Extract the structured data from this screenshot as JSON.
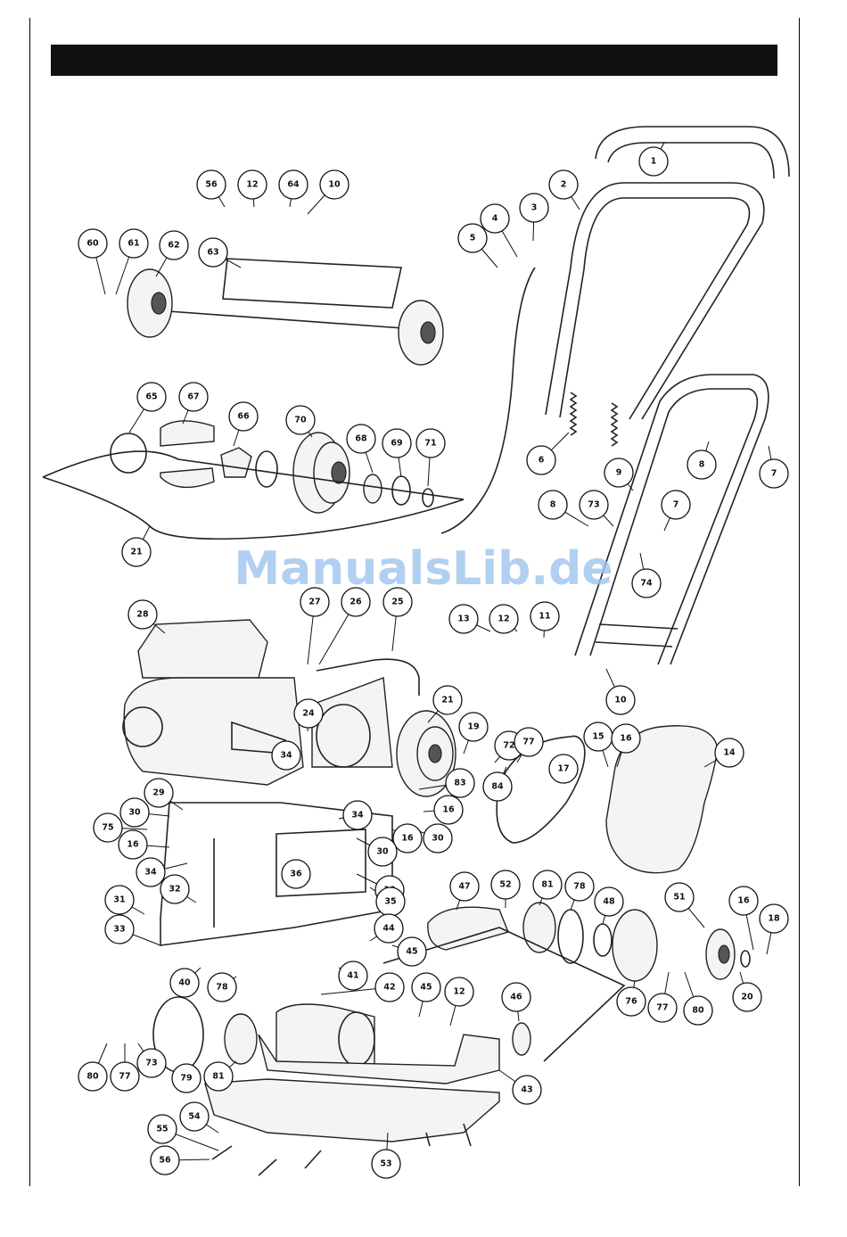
{
  "watermark": "ManualsLib.de",
  "callouts": [
    {
      "label": "1"
    },
    {
      "label": "2"
    },
    {
      "label": "3"
    },
    {
      "label": "4"
    },
    {
      "label": "5"
    },
    {
      "label": "56"
    },
    {
      "label": "12"
    },
    {
      "label": "64"
    },
    {
      "label": "10"
    },
    {
      "label": "60"
    },
    {
      "label": "61"
    },
    {
      "label": "62"
    },
    {
      "label": "63"
    },
    {
      "label": "65"
    },
    {
      "label": "67"
    },
    {
      "label": "66"
    },
    {
      "label": "70"
    },
    {
      "label": "68"
    },
    {
      "label": "69"
    },
    {
      "label": "71"
    },
    {
      "label": "21"
    },
    {
      "label": "6"
    },
    {
      "label": "9"
    },
    {
      "label": "8"
    },
    {
      "label": "7"
    },
    {
      "label": "8"
    },
    {
      "label": "73"
    },
    {
      "label": "7"
    },
    {
      "label": "74"
    },
    {
      "label": "28"
    },
    {
      "label": "27"
    },
    {
      "label": "26"
    },
    {
      "label": "25"
    },
    {
      "label": "13"
    },
    {
      "label": "12"
    },
    {
      "label": "11"
    },
    {
      "label": "10"
    },
    {
      "label": "24"
    },
    {
      "label": "34"
    },
    {
      "label": "21"
    },
    {
      "label": "19"
    },
    {
      "label": "72"
    },
    {
      "label": "77"
    },
    {
      "label": "84"
    },
    {
      "label": "15"
    },
    {
      "label": "16"
    },
    {
      "label": "17"
    },
    {
      "label": "14"
    },
    {
      "label": "29"
    },
    {
      "label": "30"
    },
    {
      "label": "75"
    },
    {
      "label": "83"
    },
    {
      "label": "16"
    },
    {
      "label": "34"
    },
    {
      "label": "16"
    },
    {
      "label": "30"
    },
    {
      "label": "16"
    },
    {
      "label": "34"
    },
    {
      "label": "32"
    },
    {
      "label": "36"
    },
    {
      "label": "30"
    },
    {
      "label": "10"
    },
    {
      "label": "35"
    },
    {
      "label": "47"
    },
    {
      "label": "52"
    },
    {
      "label": "81"
    },
    {
      "label": "78"
    },
    {
      "label": "48"
    },
    {
      "label": "51"
    },
    {
      "label": "16"
    },
    {
      "label": "18"
    },
    {
      "label": "31"
    },
    {
      "label": "33"
    },
    {
      "label": "44"
    },
    {
      "label": "45"
    },
    {
      "label": "40"
    },
    {
      "label": "78"
    },
    {
      "label": "41"
    },
    {
      "label": "76"
    },
    {
      "label": "77"
    },
    {
      "label": "80"
    },
    {
      "label": "20"
    },
    {
      "label": "42"
    },
    {
      "label": "45"
    },
    {
      "label": "12"
    },
    {
      "label": "46"
    },
    {
      "label": "80"
    },
    {
      "label": "77"
    },
    {
      "label": "73"
    },
    {
      "label": "79"
    },
    {
      "label": "81"
    },
    {
      "label": "43"
    },
    {
      "label": "54"
    },
    {
      "label": "55"
    },
    {
      "label": "56"
    },
    {
      "label": "53"
    }
  ]
}
